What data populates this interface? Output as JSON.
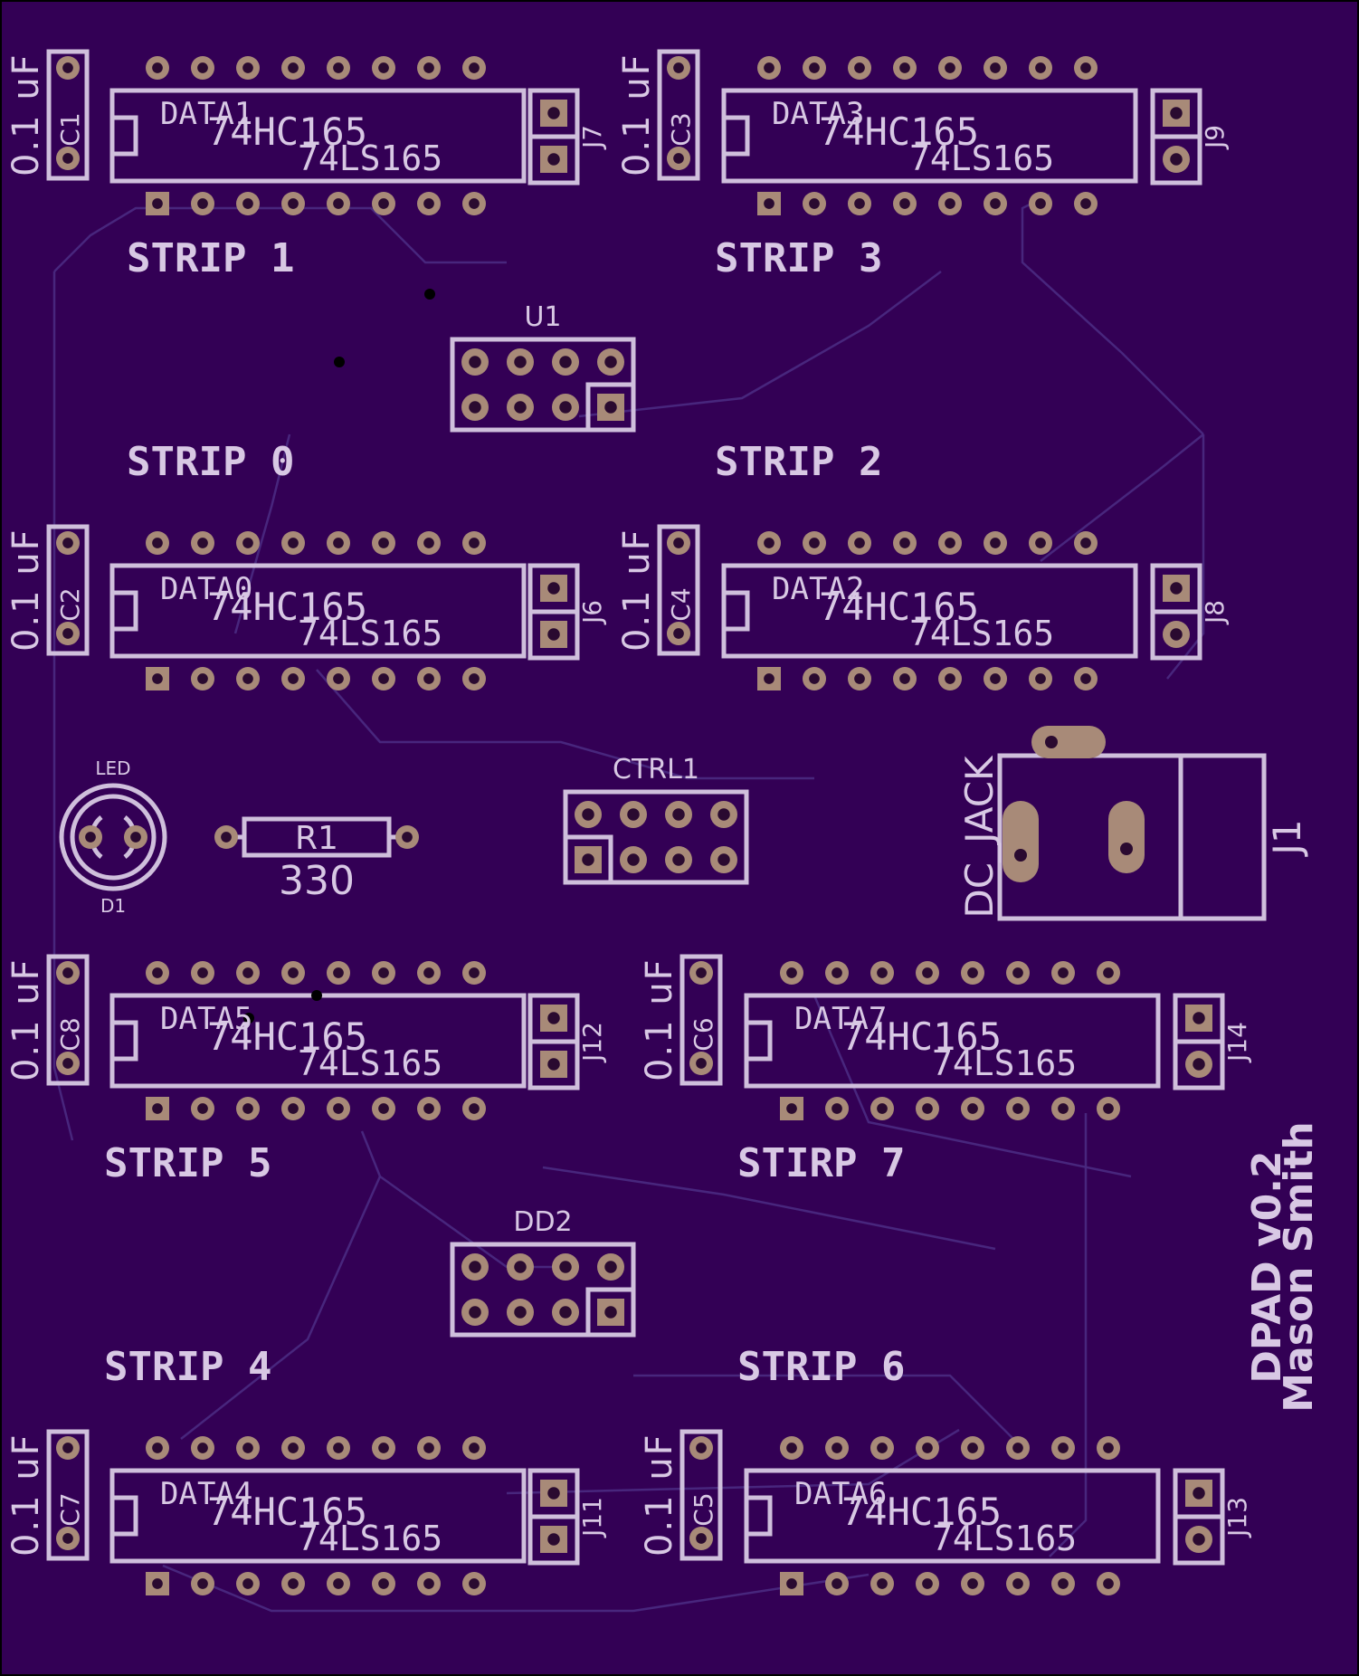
{
  "board": {
    "colors": {
      "substrate": "#330055",
      "silkscreen": "#d8c8e4",
      "pad": "#a88a78",
      "drill": "#2a0a30",
      "trace": "#4a2a82"
    },
    "chips": [
      {
        "data_label": "DATA1",
        "part": "74HC165",
        "alt_part": "74LS165",
        "cap_label": "C1",
        "cap_value": "0.1 uF",
        "jumper": "J7",
        "strip": "STRIP  1"
      },
      {
        "data_label": "DATA3",
        "part": "74HC165",
        "alt_part": "74LS165",
        "cap_label": "C3",
        "cap_value": "0.1 uF",
        "jumper": "J9",
        "strip": "STRIP  3"
      },
      {
        "data_label": "DATA0",
        "part": "74HC165",
        "alt_part": "74LS165",
        "cap_label": "C2",
        "cap_value": "0.1 uF",
        "jumper": "J6",
        "strip": "STRIP  0"
      },
      {
        "data_label": "DATA2",
        "part": "74HC165",
        "alt_part": "74LS165",
        "cap_label": "C4",
        "cap_value": "0.1 uF",
        "jumper": "J8",
        "strip": "STRIP  2"
      },
      {
        "data_label": "DATA5",
        "part": "74HC165",
        "alt_part": "74LS165",
        "cap_label": "C8",
        "cap_value": "0.1 uF",
        "jumper": "J12",
        "strip": "STRIP  5"
      },
      {
        "data_label": "DATA7",
        "part": "74HC165",
        "alt_part": "74LS165",
        "cap_label": "C6",
        "cap_value": "0.1 uF",
        "jumper": "J14",
        "strip": "STIRP  7"
      },
      {
        "data_label": "DATA4",
        "part": "74HC165",
        "alt_part": "74LS165",
        "cap_label": "C7",
        "cap_value": "0.1 uF",
        "jumper": "J11",
        "strip": "STRIP  4"
      },
      {
        "data_label": "DATA6",
        "part": "74HC165",
        "alt_part": "74LS165",
        "cap_label": "C5",
        "cap_value": "0.1 uF",
        "jumper": "J13",
        "strip": "STRIP  6"
      }
    ],
    "headers": {
      "u1": "U1",
      "ctrl1": "CTRL1",
      "dd2": "DD2"
    },
    "led": {
      "value": "LED",
      "ref": "D1"
    },
    "resistor": {
      "ref": "R1",
      "value": "330"
    },
    "dc_jack": {
      "value": "DC_JACK",
      "ref": "J1"
    },
    "credit": {
      "title": "DPAD v0.2",
      "author": "Mason Smith"
    }
  }
}
